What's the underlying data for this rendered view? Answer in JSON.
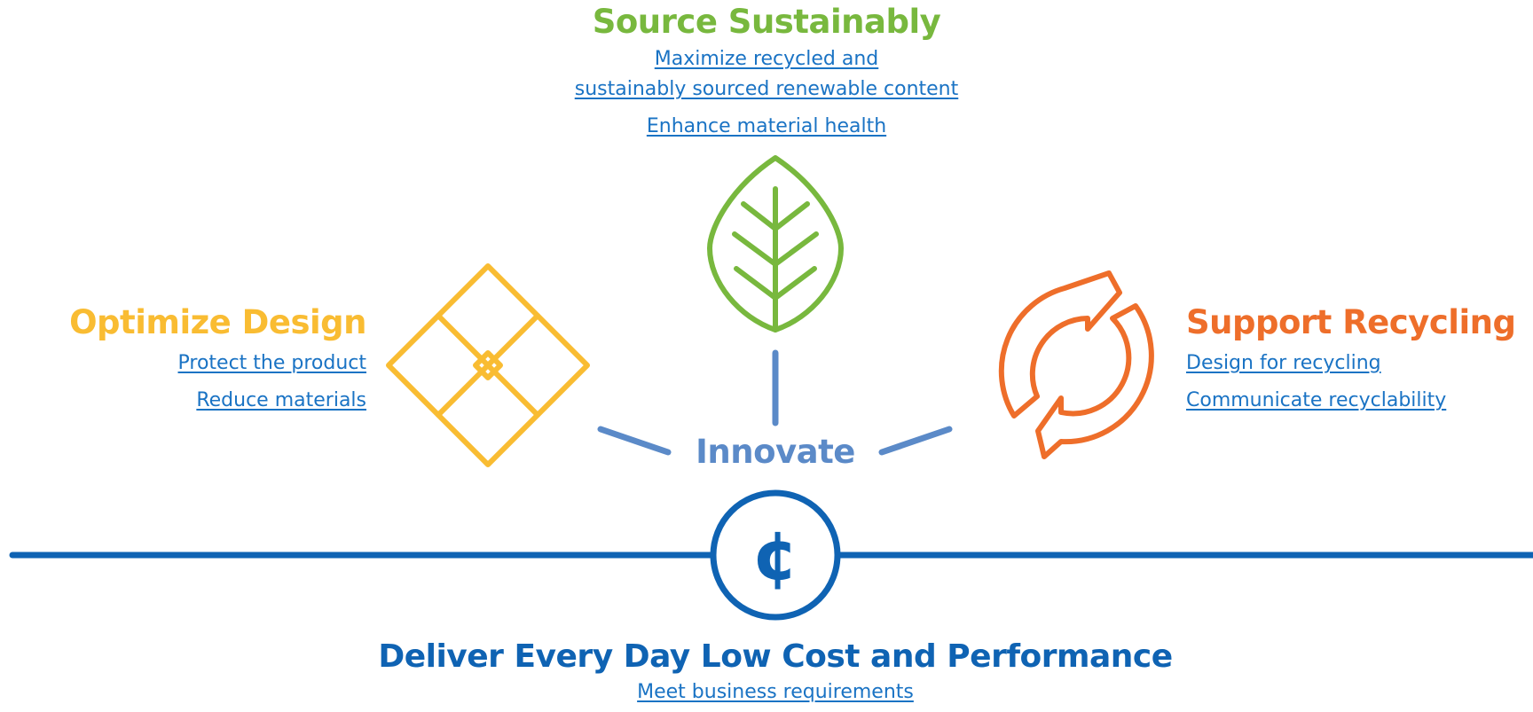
{
  "source_sustainably": {
    "title": "Source Sustainably",
    "links": [
      "Maximize recycled and",
      "sustainably sourced renewable content",
      "Enhance material health"
    ]
  },
  "optimize_design": {
    "title": "Optimize Design",
    "links": [
      "Protect the product",
      "Reduce materials"
    ]
  },
  "support_recycling": {
    "title": "Support Recycling",
    "links": [
      "Design for recycling",
      "Communicate recyclability"
    ]
  },
  "innovate": {
    "label": "Innovate"
  },
  "deliver": {
    "title": "Deliver Every Day Low Cost and Performance",
    "links": [
      "Meet business requirements"
    ]
  },
  "icons": {
    "source": "leaf-icon",
    "optimize": "tiled-diamond-icon",
    "recycling": "recycle-arrows-icon",
    "cost": "cent-icon"
  },
  "colors": {
    "source_green": "#78b83e",
    "optimize_yellow": "#f9bc32",
    "recycling_orange": "#ee6e2a",
    "innovate_blue": "#5b8ac8",
    "deliver_blue": "#0f63b3",
    "link_blue": "#1a73c4"
  }
}
